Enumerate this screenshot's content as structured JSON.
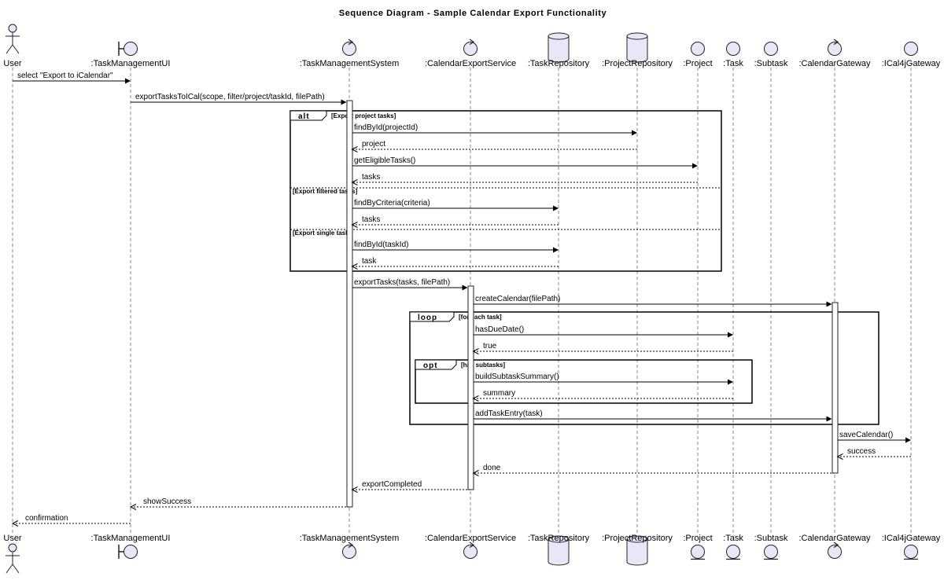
{
  "title": "Sequence Diagram - Sample Calendar Export Functionality",
  "participants": [
    {
      "id": "user",
      "label": "User",
      "kind": "actor"
    },
    {
      "id": "ui",
      "label": ":TaskManagementUI",
      "kind": "boundary"
    },
    {
      "id": "sys",
      "label": ":TaskManagementSystem",
      "kind": "control"
    },
    {
      "id": "ces",
      "label": ":CalendarExportService",
      "kind": "control"
    },
    {
      "id": "trepo",
      "label": ":TaskRepository",
      "kind": "database"
    },
    {
      "id": "prepo",
      "label": ":ProjectRepository",
      "kind": "database"
    },
    {
      "id": "project",
      "label": ":Project",
      "kind": "entity"
    },
    {
      "id": "task",
      "label": ":Task",
      "kind": "entity"
    },
    {
      "id": "subtask",
      "label": ":Subtask",
      "kind": "entity"
    },
    {
      "id": "cgw",
      "label": ":CalendarGateway",
      "kind": "control"
    },
    {
      "id": "ical",
      "label": ":ICal4jGateway",
      "kind": "entity"
    }
  ],
  "messages": [
    {
      "from": "user",
      "to": "ui",
      "label": "select \"Export to iCalendar\"",
      "type": "call"
    },
    {
      "from": "ui",
      "to": "sys",
      "label": "exportTasksToICal(scope, filter/project/taskId, filePath)",
      "type": "call"
    },
    {
      "from": "sys",
      "to": "prepo",
      "label": "findById(projectId)",
      "type": "call"
    },
    {
      "from": "prepo",
      "to": "sys",
      "label": "project",
      "type": "return"
    },
    {
      "from": "sys",
      "to": "project",
      "label": "getEligibleTasks()",
      "type": "call"
    },
    {
      "from": "project",
      "to": "sys",
      "label": "tasks",
      "type": "return"
    },
    {
      "from": "sys",
      "to": "trepo",
      "label": "findByCriteria(criteria)",
      "type": "call"
    },
    {
      "from": "trepo",
      "to": "sys",
      "label": "tasks",
      "type": "return"
    },
    {
      "from": "sys",
      "to": "trepo",
      "label": "findById(taskId)",
      "type": "call"
    },
    {
      "from": "trepo",
      "to": "sys",
      "label": "task",
      "type": "return"
    },
    {
      "from": "sys",
      "to": "ces",
      "label": "exportTasks(tasks, filePath)",
      "type": "call"
    },
    {
      "from": "ces",
      "to": "cgw",
      "label": "createCalendar(filePath)",
      "type": "call"
    },
    {
      "from": "ces",
      "to": "task",
      "label": "hasDueDate()",
      "type": "call"
    },
    {
      "from": "task",
      "to": "ces",
      "label": "true",
      "type": "return"
    },
    {
      "from": "ces",
      "to": "task",
      "label": "buildSubtaskSummary()",
      "type": "call"
    },
    {
      "from": "task",
      "to": "ces",
      "label": "summary",
      "type": "return"
    },
    {
      "from": "ces",
      "to": "cgw",
      "label": "addTaskEntry(task)",
      "type": "call"
    },
    {
      "from": "cgw",
      "to": "ical",
      "label": "saveCalendar()",
      "type": "call"
    },
    {
      "from": "ical",
      "to": "cgw",
      "label": "success",
      "type": "return"
    },
    {
      "from": "cgw",
      "to": "ces",
      "label": "done",
      "type": "return"
    },
    {
      "from": "ces",
      "to": "sys",
      "label": "exportCompleted",
      "type": "return"
    },
    {
      "from": "sys",
      "to": "ui",
      "label": "showSuccess",
      "type": "return"
    },
    {
      "from": "ui",
      "to": "user",
      "label": "confirmation",
      "type": "return"
    }
  ],
  "fragments": [
    {
      "keyword": "alt",
      "sections": [
        "[Export project tasks]",
        "[Export filtered tasks]",
        "[Export single task]"
      ]
    },
    {
      "keyword": "loop",
      "sections": [
        "[for each task]"
      ]
    },
    {
      "keyword": "opt",
      "sections": [
        "[has subtasks]"
      ]
    }
  ]
}
